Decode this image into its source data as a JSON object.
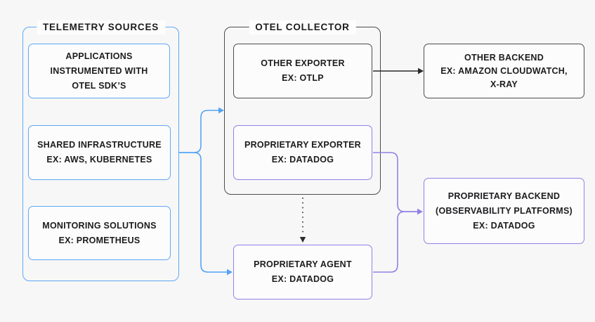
{
  "colors": {
    "background": "#F7F7F7",
    "blue_accent": "#5FA8F5",
    "purple_accent": "#8F82E6",
    "gray_accent": "#4C4C4F",
    "text": "#1C1C1E",
    "node_fill": "#FCFCFD"
  },
  "groups": {
    "telemetry": {
      "title": "TELEMETRY SOURCES"
    },
    "collector": {
      "title": "OTEL COLLECTOR"
    }
  },
  "nodes": {
    "applications": {
      "lines": [
        "APPLICATIONS",
        "INSTRUMENTED WITH",
        "OTEL SDK’S"
      ]
    },
    "shared_infrastructure": {
      "lines": [
        "SHARED INFRASTRUCTURE",
        "EX: AWS, KUBERNETES"
      ]
    },
    "monitoring_solutions": {
      "lines": [
        "MONITORING SOLUTIONS",
        "EX: PROMETHEUS"
      ]
    },
    "other_exporter": {
      "lines": [
        "OTHER EXPORTER",
        "EX: OTLP"
      ]
    },
    "proprietary_exporter": {
      "lines": [
        "PROPRIETARY EXPORTER",
        "EX: DATADOG"
      ]
    },
    "other_backend": {
      "lines": [
        "OTHER BACKEND",
        "EX: AMAZON CLOUDWATCH,",
        "X-RAY"
      ]
    },
    "proprietary_backend": {
      "lines": [
        "PROPRIETARY BACKEND",
        "(OBSERVABILITY PLATFORMS)",
        "EX: DATADOG"
      ]
    },
    "proprietary_agent": {
      "lines": [
        "PROPRIETARY AGENT",
        "EX: DATADOG"
      ]
    }
  }
}
